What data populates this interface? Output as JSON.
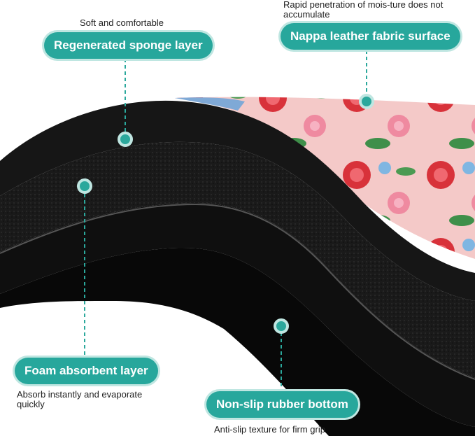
{
  "callouts": {
    "sponge": {
      "label": "Regenerated sponge layer",
      "note": "Soft and comfortable"
    },
    "nappa": {
      "label": "Nappa leather fabric surface",
      "note": "Rapid penetration of mois-ture does not accumulate"
    },
    "foam": {
      "label": "Foam absorbent layer",
      "note": "Absorb instantly and evaporate quickly"
    },
    "rubber": {
      "label": "Non-slip rubber bottom",
      "note": "Anti-slip texture for firm grip"
    }
  },
  "colors": {
    "accent": "#27a79c",
    "accent_glow": "#bfe6e1",
    "mat_black": "#111111",
    "surface_pink": "#f4c9c8"
  }
}
